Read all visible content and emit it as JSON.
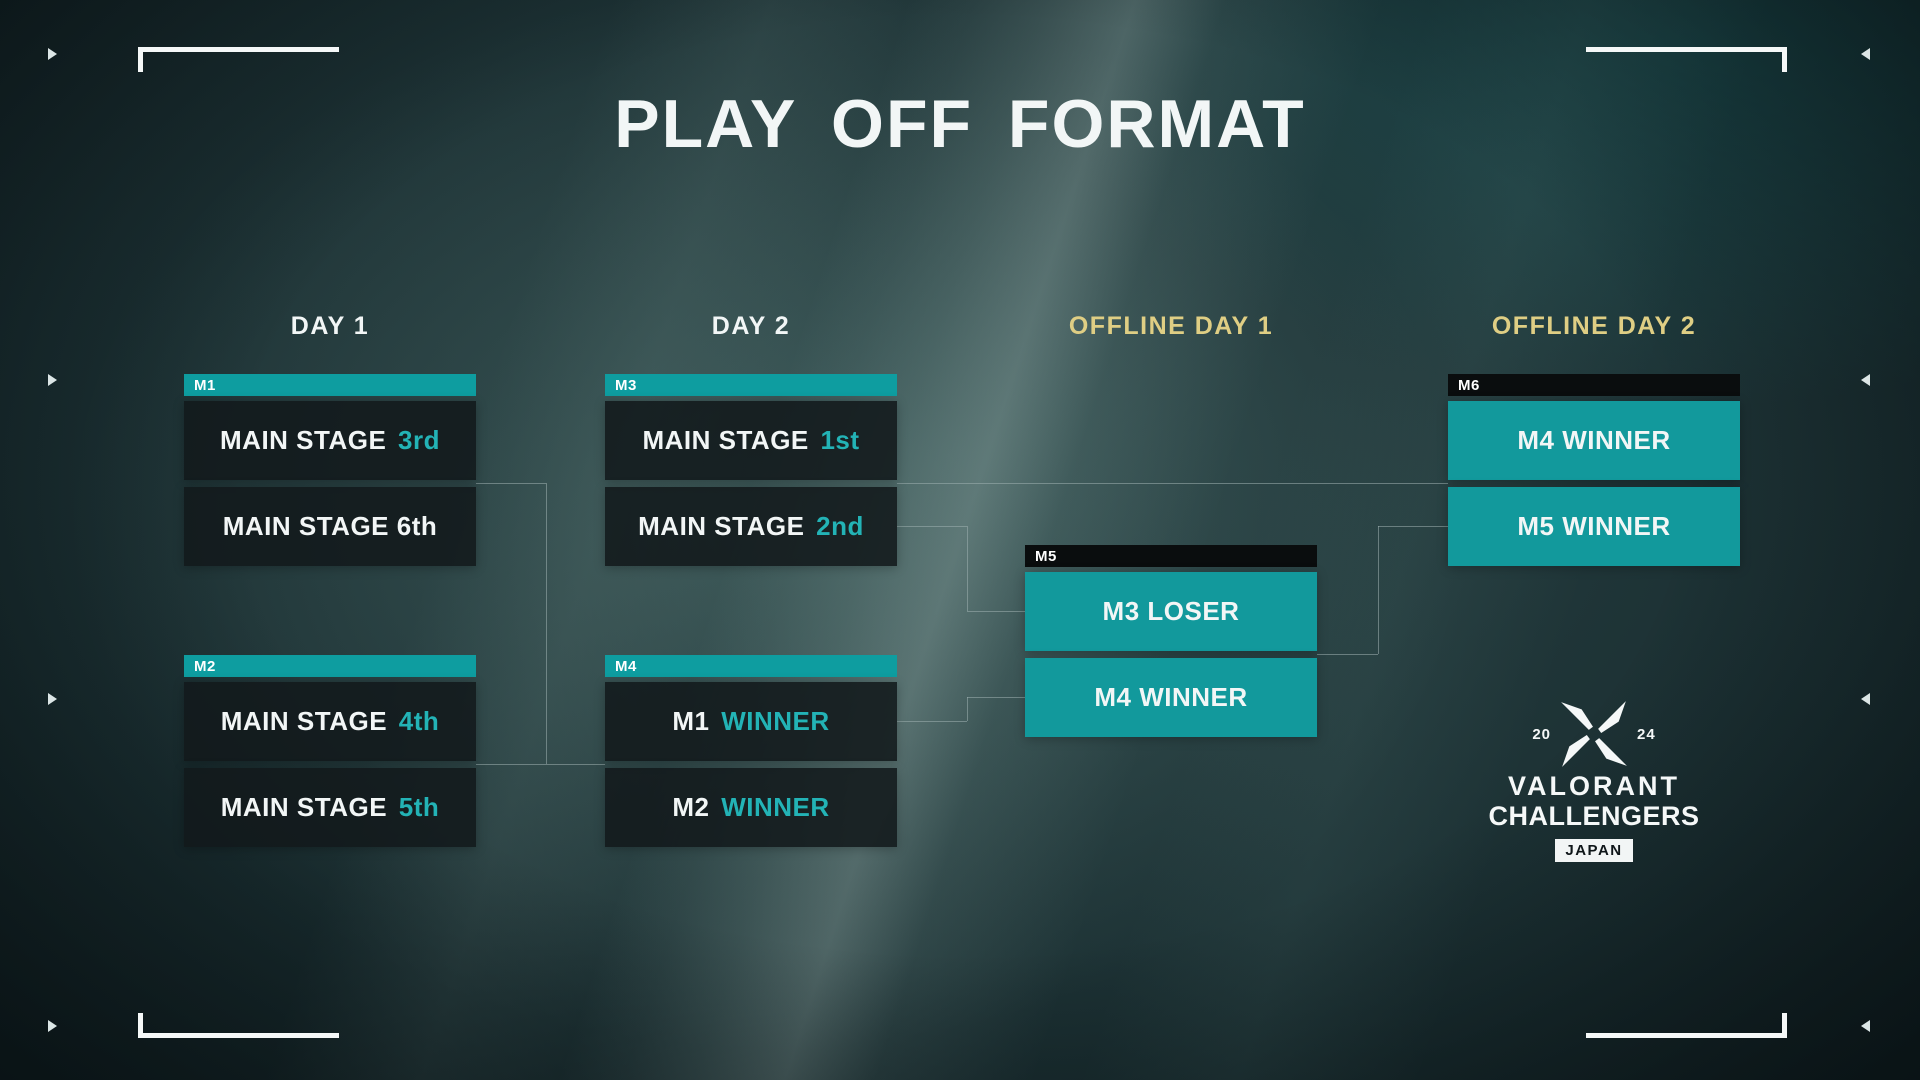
{
  "title": "PLAY OFF FORMAT",
  "columns": {
    "day1": {
      "label": "DAY 1"
    },
    "day2": {
      "label": "DAY 2"
    },
    "offline1": {
      "label": "OFFLINE DAY 1"
    },
    "offline2": {
      "label": "OFFLINE DAY 2"
    }
  },
  "matches": {
    "m1": {
      "tag": "M1",
      "rows": [
        {
          "main": "MAIN STAGE",
          "accent": "3rd"
        },
        {
          "main": "MAIN STAGE 6th",
          "accent": ""
        }
      ]
    },
    "m2": {
      "tag": "M2",
      "rows": [
        {
          "main": "MAIN STAGE",
          "accent": "4th"
        },
        {
          "main": "MAIN STAGE",
          "accent": "5th"
        }
      ]
    },
    "m3": {
      "tag": "M3",
      "rows": [
        {
          "main": "MAIN STAGE",
          "accent": "1st"
        },
        {
          "main": "MAIN STAGE",
          "accent": "2nd"
        }
      ]
    },
    "m4": {
      "tag": "M4",
      "rows": [
        {
          "main": "M1",
          "accent": "WINNER"
        },
        {
          "main": "M2",
          "accent": "WINNER"
        }
      ]
    },
    "m5": {
      "tag": "M5",
      "rows": [
        {
          "main": "M3 LOSER",
          "accent": ""
        },
        {
          "main": "M4 WINNER",
          "accent": ""
        }
      ]
    },
    "m6": {
      "tag": "M6",
      "rows": [
        {
          "main": "M4 WINNER",
          "accent": ""
        },
        {
          "main": "M5 WINNER",
          "accent": ""
        }
      ]
    }
  },
  "logo": {
    "year_left": "20",
    "year_right": "24",
    "line1": "VALORANT",
    "line2": "CHALLENGERS",
    "badge": "JAPAN"
  },
  "colors": {
    "teal": "#0E9DA0",
    "teal_bright": "#23B3B6",
    "teal_row": "#12999C",
    "gold": "#DFCE84",
    "black_header": "#0A0D0E",
    "line": "#9FB0B0",
    "white": "#F2F6F6"
  }
}
